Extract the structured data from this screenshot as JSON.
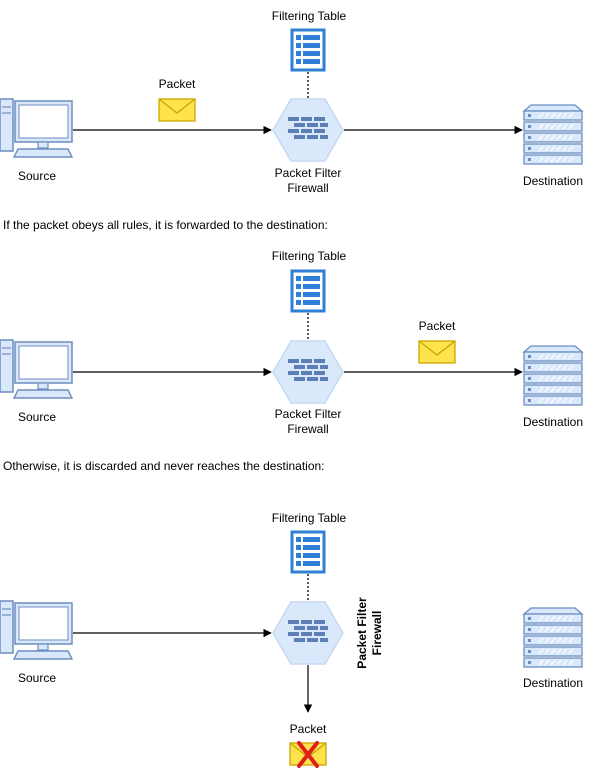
{
  "scenario1": {
    "table_label": "Filtering Table",
    "packet_label": "Packet",
    "source_label": "Source",
    "firewall_label_line1": "Packet Filter",
    "firewall_label_line2": "Firewall",
    "destination_label": "Destination"
  },
  "caption_forwarded": "If the packet obeys all rules, it is forwarded to the destination:",
  "scenario2": {
    "table_label": "Filtering Table",
    "packet_label": "Packet",
    "source_label": "Source",
    "firewall_label_line1": "Packet Filter",
    "firewall_label_line2": "Firewall",
    "destination_label": "Destination"
  },
  "caption_discarded": "Otherwise, it is discarded and never reaches the destination:",
  "scenario3": {
    "table_label": "Filtering Table",
    "packet_label": "Packet",
    "source_label": "Source",
    "firewall_label_line1": "Packet Filter",
    "firewall_label_line2": "Firewall",
    "destination_label": "Destination"
  },
  "colors": {
    "icon_stroke": "#6c8ebf",
    "icon_fill": "#dae8fc",
    "table_blue": "#2f7fd6",
    "envelope_fill": "#ffe34d",
    "envelope_stroke": "#c9a600",
    "discard_x": "#e0201b"
  }
}
